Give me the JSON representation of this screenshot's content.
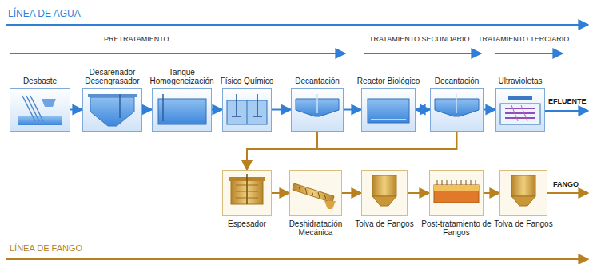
{
  "diagram": {
    "title": "LÍNEA DE AGUA",
    "nodes": [
      {
        "text": [
          "Desbaste"
        ]
      },
      {
        "text": [
          "Desarenador Desengrasador"
        ]
      },
      {
        "text": [
          "Tanque Homogeneización"
        ]
      },
      {
        "text": [
          "Físico Químico"
        ]
      },
      {
        "text": [
          "Decantación"
        ]
      },
      {
        "text": [
          "Reactor Biológico"
        ]
      },
      {
        "text": [
          "Decantación"
        ]
      },
      {
        "text": [
          "Ultravioletas"
        ]
      },
      {
        "text": [
          "Espesador"
        ]
      },
      {
        "text": [
          "Deshidratación Mecánica"
        ]
      },
      {
        "text": [
          "Tolva de Fangos"
        ]
      },
      {
        "text": [
          "Post-tratamiento de Fangos"
        ]
      },
      {
        "text": [
          "Tolva de Fangos"
        ]
      }
    ],
    "edges": [
      {
        "from": 0,
        "to": 1,
        "arrow": "to"
      },
      {
        "from": 1,
        "to": 2,
        "arrow": "to"
      },
      {
        "from": 2,
        "to": 3,
        "arrow": "to"
      },
      {
        "from": 3,
        "to": 4,
        "arrow": "to"
      },
      {
        "from": 4,
        "to": 5,
        "arrow": "to"
      },
      {
        "from": 5,
        "to": 6,
        "arrow": "to"
      },
      {
        "from": 6,
        "to": 7,
        "arrow": "to"
      },
      {
        "from": 4,
        "to": 8,
        "arrow": "to"
      },
      {
        "from": 6,
        "to": 8,
        "arrow": "to"
      },
      {
        "from": 6,
        "to": 5,
        "arrow": "to"
      },
      {
        "from": 8,
        "to": 9,
        "arrow": "to"
      },
      {
        "from": 9,
        "to": 10,
        "arrow": "to"
      },
      {
        "from": 10,
        "to": 11,
        "arrow": "to"
      },
      {
        "from": 11,
        "to": 12,
        "arrow": "to"
      }
    ],
    "labels": [
      "PRETRATAMIENTO",
      "TRATAMIENTO SECUNDARIO",
      "TRATAMIENTO TERCIARIO",
      "EFLUENTE",
      "FANGO",
      "LÍNEA DE FANGO"
    ]
  }
}
